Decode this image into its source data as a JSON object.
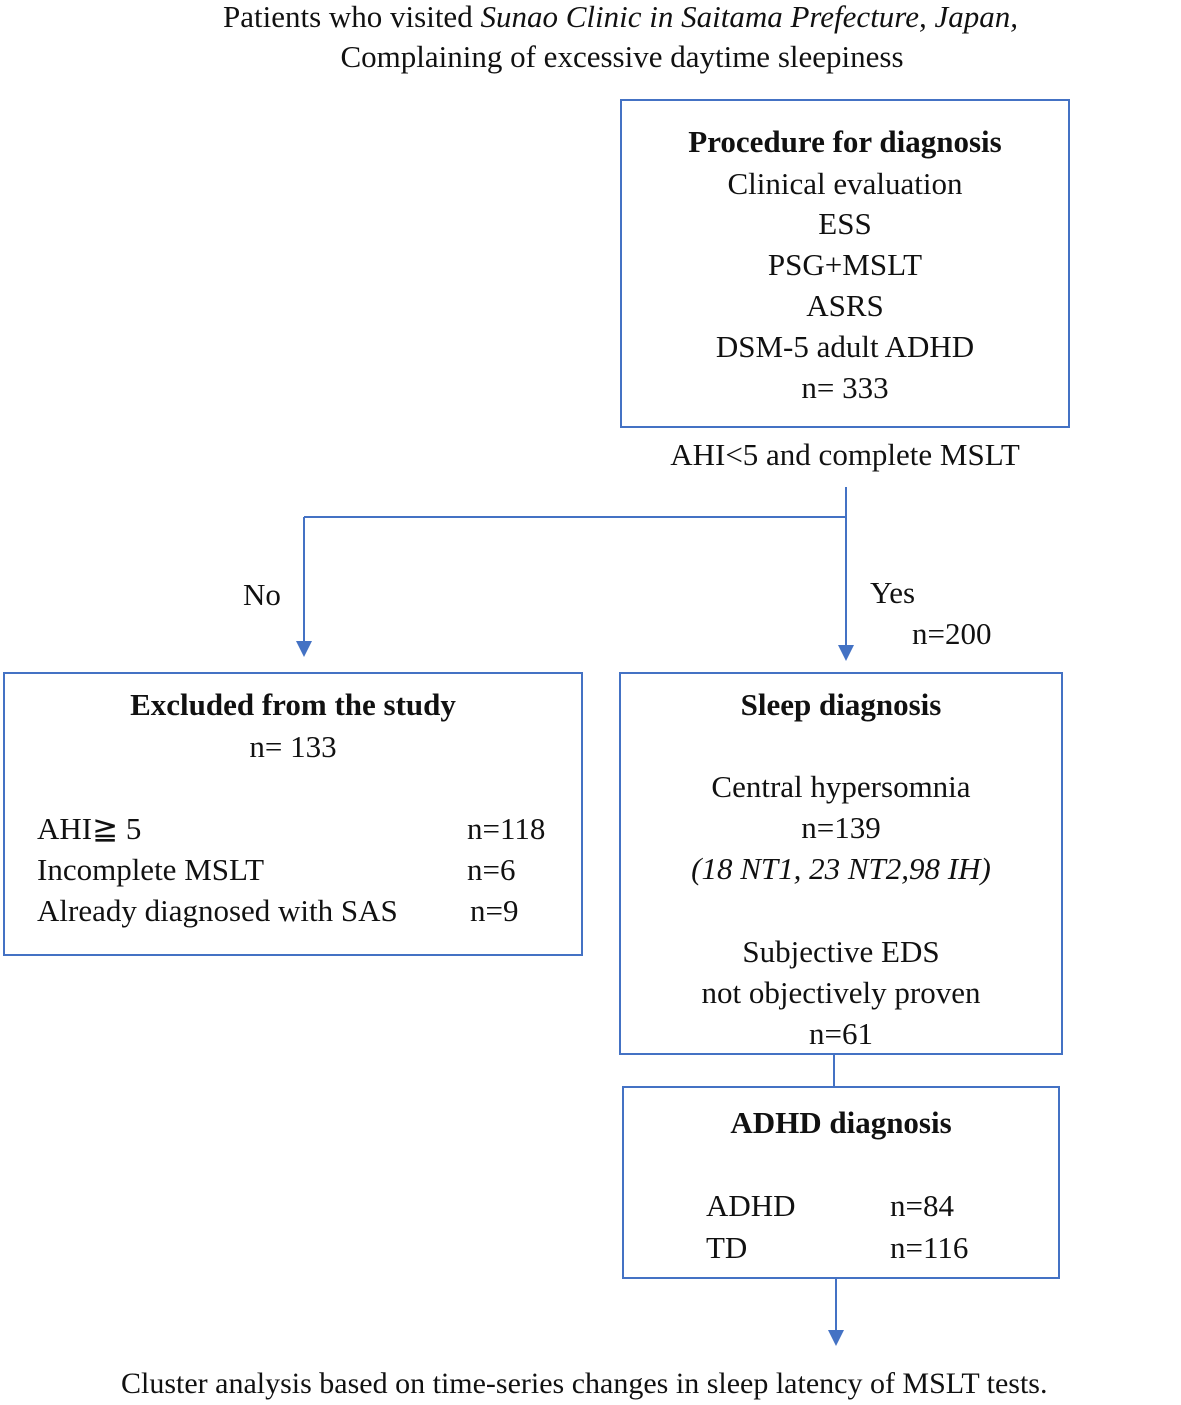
{
  "header": {
    "line1_prefix": "Patients who visited ",
    "line1_italic": "Sunao Clinic in Saitama Prefecture, Japan,",
    "line2": "Complaining of excessive daytime sleepiness"
  },
  "procedure_box": {
    "title": "Procedure for diagnosis",
    "items": [
      "Clinical evaluation",
      "ESS",
      "PSG+MSLT",
      "ASRS",
      "DSM-5 adult ADHD",
      "n= 333"
    ]
  },
  "criterion": "AHI<5 and complete MSLT",
  "branch": {
    "no_label": "No",
    "yes_label": "Yes",
    "yes_count": "n=200"
  },
  "excluded_box": {
    "title": "Excluded from the study",
    "count": "n= 133",
    "rows": [
      {
        "label": "AHI≧ 5",
        "value": "n=118"
      },
      {
        "label": "Incomplete MSLT",
        "value": "n=6"
      },
      {
        "label": "Already diagnosed with SAS",
        "value": "n=9"
      }
    ]
  },
  "sleep_box": {
    "title": "Sleep diagnosis",
    "group1_label": "Central hypersomnia",
    "group1_count": "n=139",
    "group1_detail": "(18 NT1, 23 NT2,98 IH)",
    "group2_line1": "Subjective EDS",
    "group2_line2": "not objectively proven",
    "group2_count": "n=61"
  },
  "adhd_box": {
    "title": "ADHD diagnosis",
    "rows": [
      {
        "label": "ADHD",
        "value": "n=84"
      },
      {
        "label": "TD",
        "value": "n=116"
      }
    ]
  },
  "footer": "Cluster analysis based on time-series changes in sleep latency of MSLT tests.",
  "colors": {
    "line": "#4472c4",
    "text": "#111111"
  }
}
